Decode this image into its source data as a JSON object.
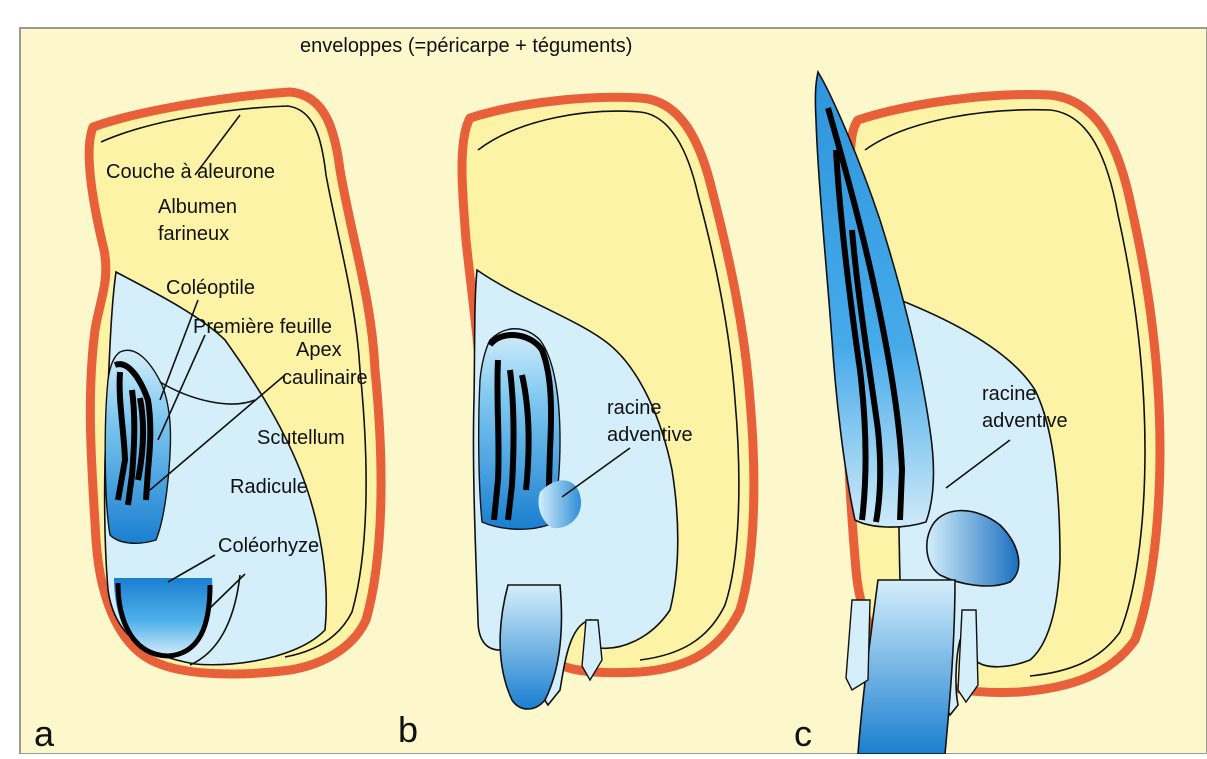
{
  "labels": {
    "enveloppes": "enveloppes (=péricarpe + téguments)",
    "couche": "Couche à aleurone",
    "albumen_1": "Albumen",
    "albumen_2": "farineux",
    "coleoptile": "Coléoptile",
    "premiere_feuille": "Première feuille",
    "apex_1": "Apex",
    "apex_2": "caulinaire",
    "scutellum": "Scutellum",
    "radicule": "Radicule",
    "coleorhize": "Coléorhyze",
    "racine_b_1": "racine",
    "racine_b_2": "adventive",
    "racine_c_1": "racine",
    "racine_c_2": "adventive"
  },
  "panels": {
    "a": "a",
    "b": "b",
    "c": "c"
  },
  "colors": {
    "background": "#fdf7cc",
    "envelope": "#e8603a",
    "albumen": "#fdf3a6",
    "embryo_light": "#d4eefa",
    "embryo_blue": "#2f9be0",
    "embryo_dark": "#1776c2",
    "black": "#000000"
  }
}
